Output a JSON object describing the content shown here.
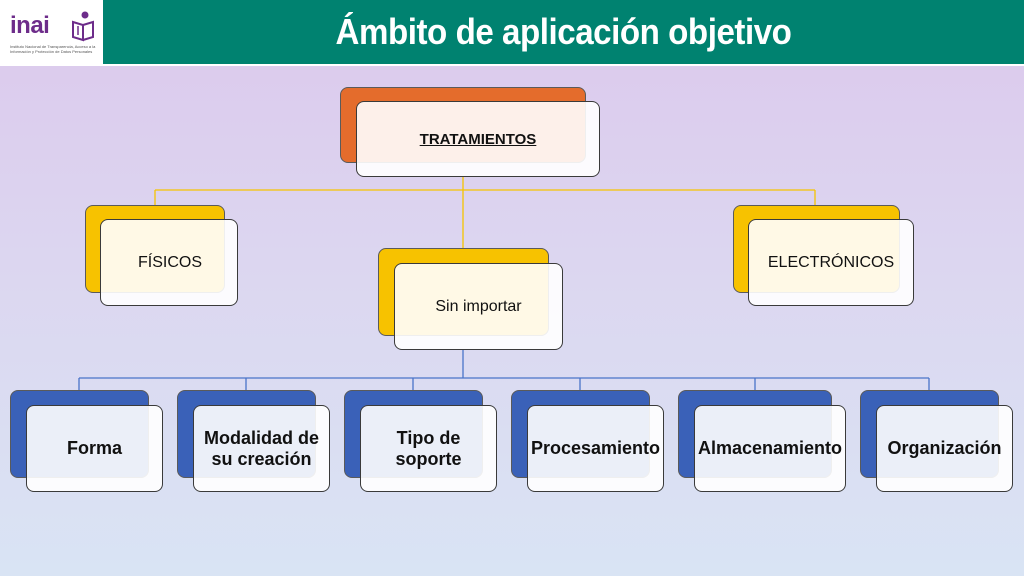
{
  "slide": {
    "title": "Ámbito de aplicación objetivo"
  },
  "logo": {
    "wordmark": "inai",
    "subtitle": "Instituto Nacional de Transparencia, Acceso a la Información y Protección de Datos Personales",
    "colors": {
      "wordmark": "#6d2c8a",
      "bar": "#008270"
    }
  },
  "diagram": {
    "root": {
      "label": "TRATAMIENTOS"
    },
    "level1": [
      {
        "label": "FÍSICOS"
      },
      {
        "label": "Sin importar"
      },
      {
        "label": "ELECTRÓNICOS"
      }
    ],
    "leaves": [
      {
        "label": "Forma"
      },
      {
        "label": "Modalidad de su creación"
      },
      {
        "label": "Tipo de soporte"
      },
      {
        "label": "Procesamiento"
      },
      {
        "label": "Almacenamiento"
      },
      {
        "label": "Organización"
      }
    ],
    "colors": {
      "root": "#e46c2c",
      "level1": "#f7c200",
      "leaves": "#3a61b8",
      "root_connector": "#f5c400",
      "leaf_connector": "#4a74c9"
    }
  }
}
